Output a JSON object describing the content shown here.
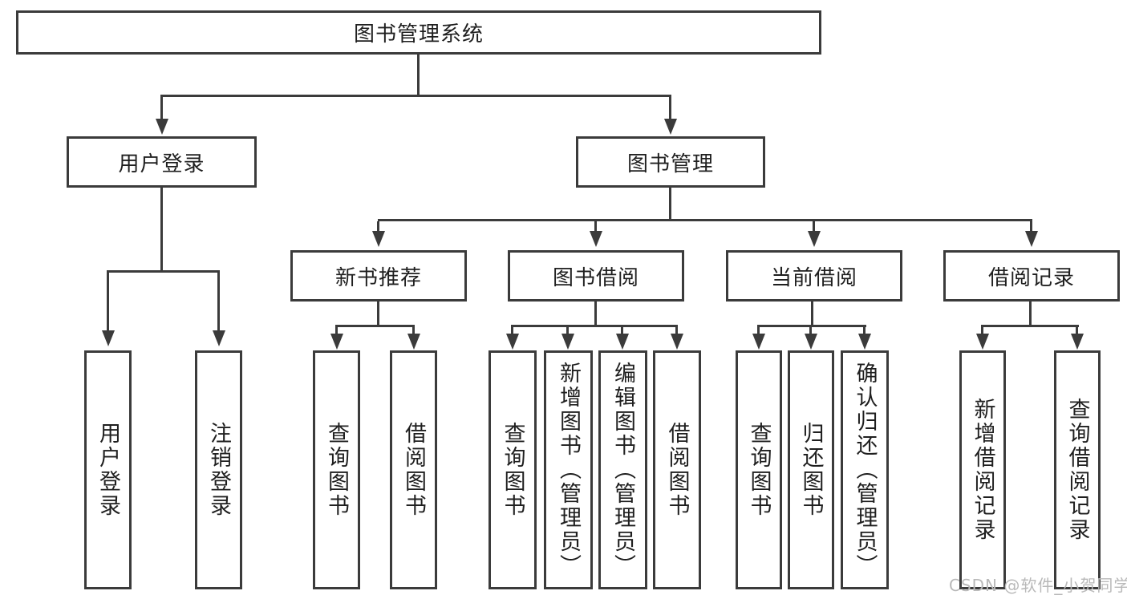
{
  "tree": {
    "root": "图书管理系统",
    "level2": [
      "用户登录",
      "图书管理"
    ],
    "level3": [
      "新书推荐",
      "图书借阅",
      "当前借阅",
      "借阅记录"
    ],
    "leaves": {
      "user_login": [
        "用户登录",
        "注销登录"
      ],
      "new_books": [
        "查询图书",
        "借阅图书"
      ],
      "book_borrow": [
        "查询图书",
        "新增图书（管理员）",
        "编辑图书（管理员）",
        "借阅图书"
      ],
      "current_borrow": [
        "查询图书",
        "归还图书",
        "确认归还（管理员）"
      ],
      "borrow_records": [
        "新增借阅记录",
        "查询借阅记录"
      ]
    }
  },
  "watermark": {
    "text": "CSDN @软件_小贺同学"
  },
  "colors": {
    "line": "#3b3b3b",
    "text": "#1f1f1f",
    "watermark": "#b9b9b9",
    "background": "#ffffff"
  }
}
